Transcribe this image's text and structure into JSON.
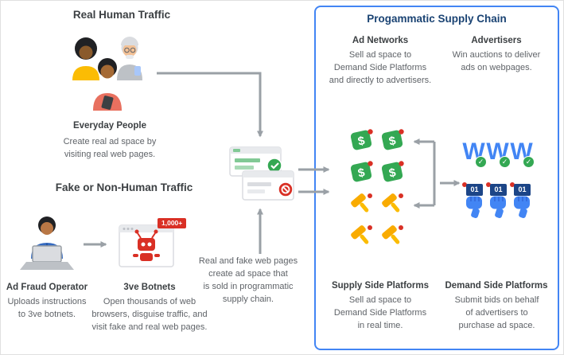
{
  "left": {
    "real_heading": "Real Human Traffic",
    "fake_heading": "Fake or Non-Human Traffic",
    "everyday_people": {
      "title": "Everyday People",
      "desc": "Create real ad space by\nvisiting real web pages."
    },
    "ad_fraud_operator": {
      "title": "Ad Fraud Operator",
      "desc": "Uploads instructions\nto 3ve botnets."
    },
    "botnets": {
      "title": "3ve Botnets",
      "desc": "Open thousands of web\nbrowsers, disguise traffic, and\nvisit fake and real web pages.",
      "badge": "1,000+"
    }
  },
  "center": {
    "caption": "Real and fake web pages\ncreate ad space that\nis sold in programmatic\nsupply chain."
  },
  "supply_chain": {
    "title": "Progammatic Supply Chain",
    "ad_networks": {
      "title": "Ad Networks",
      "desc": "Sell ad space to\nDemand Side Platforms\nand directly to advertisers."
    },
    "advertisers": {
      "title": "Advertisers",
      "desc": "Win auctions to deliver\nads on webpages."
    },
    "supply_side": {
      "title": "Supply Side Platforms",
      "desc": "Sell ad space to\nDemand Side Platforms\nin real time."
    },
    "demand_side": {
      "title": "Demand Side Platforms",
      "desc": "Submit bids on behalf\nof advertisers to\npurchase ad space."
    }
  },
  "icons": {
    "dollar": "$",
    "win_letter": "W",
    "check": "✓",
    "bid": "01"
  },
  "colors": {
    "accent_blue": "#4285f4",
    "navy_title": "#1a4373",
    "green": "#34a853",
    "orange": "#f9ab00",
    "red": "#d93025",
    "arrow_gray": "#9aa0a6",
    "heading_gray": "#3c4043",
    "body_gray": "#5f6368"
  }
}
